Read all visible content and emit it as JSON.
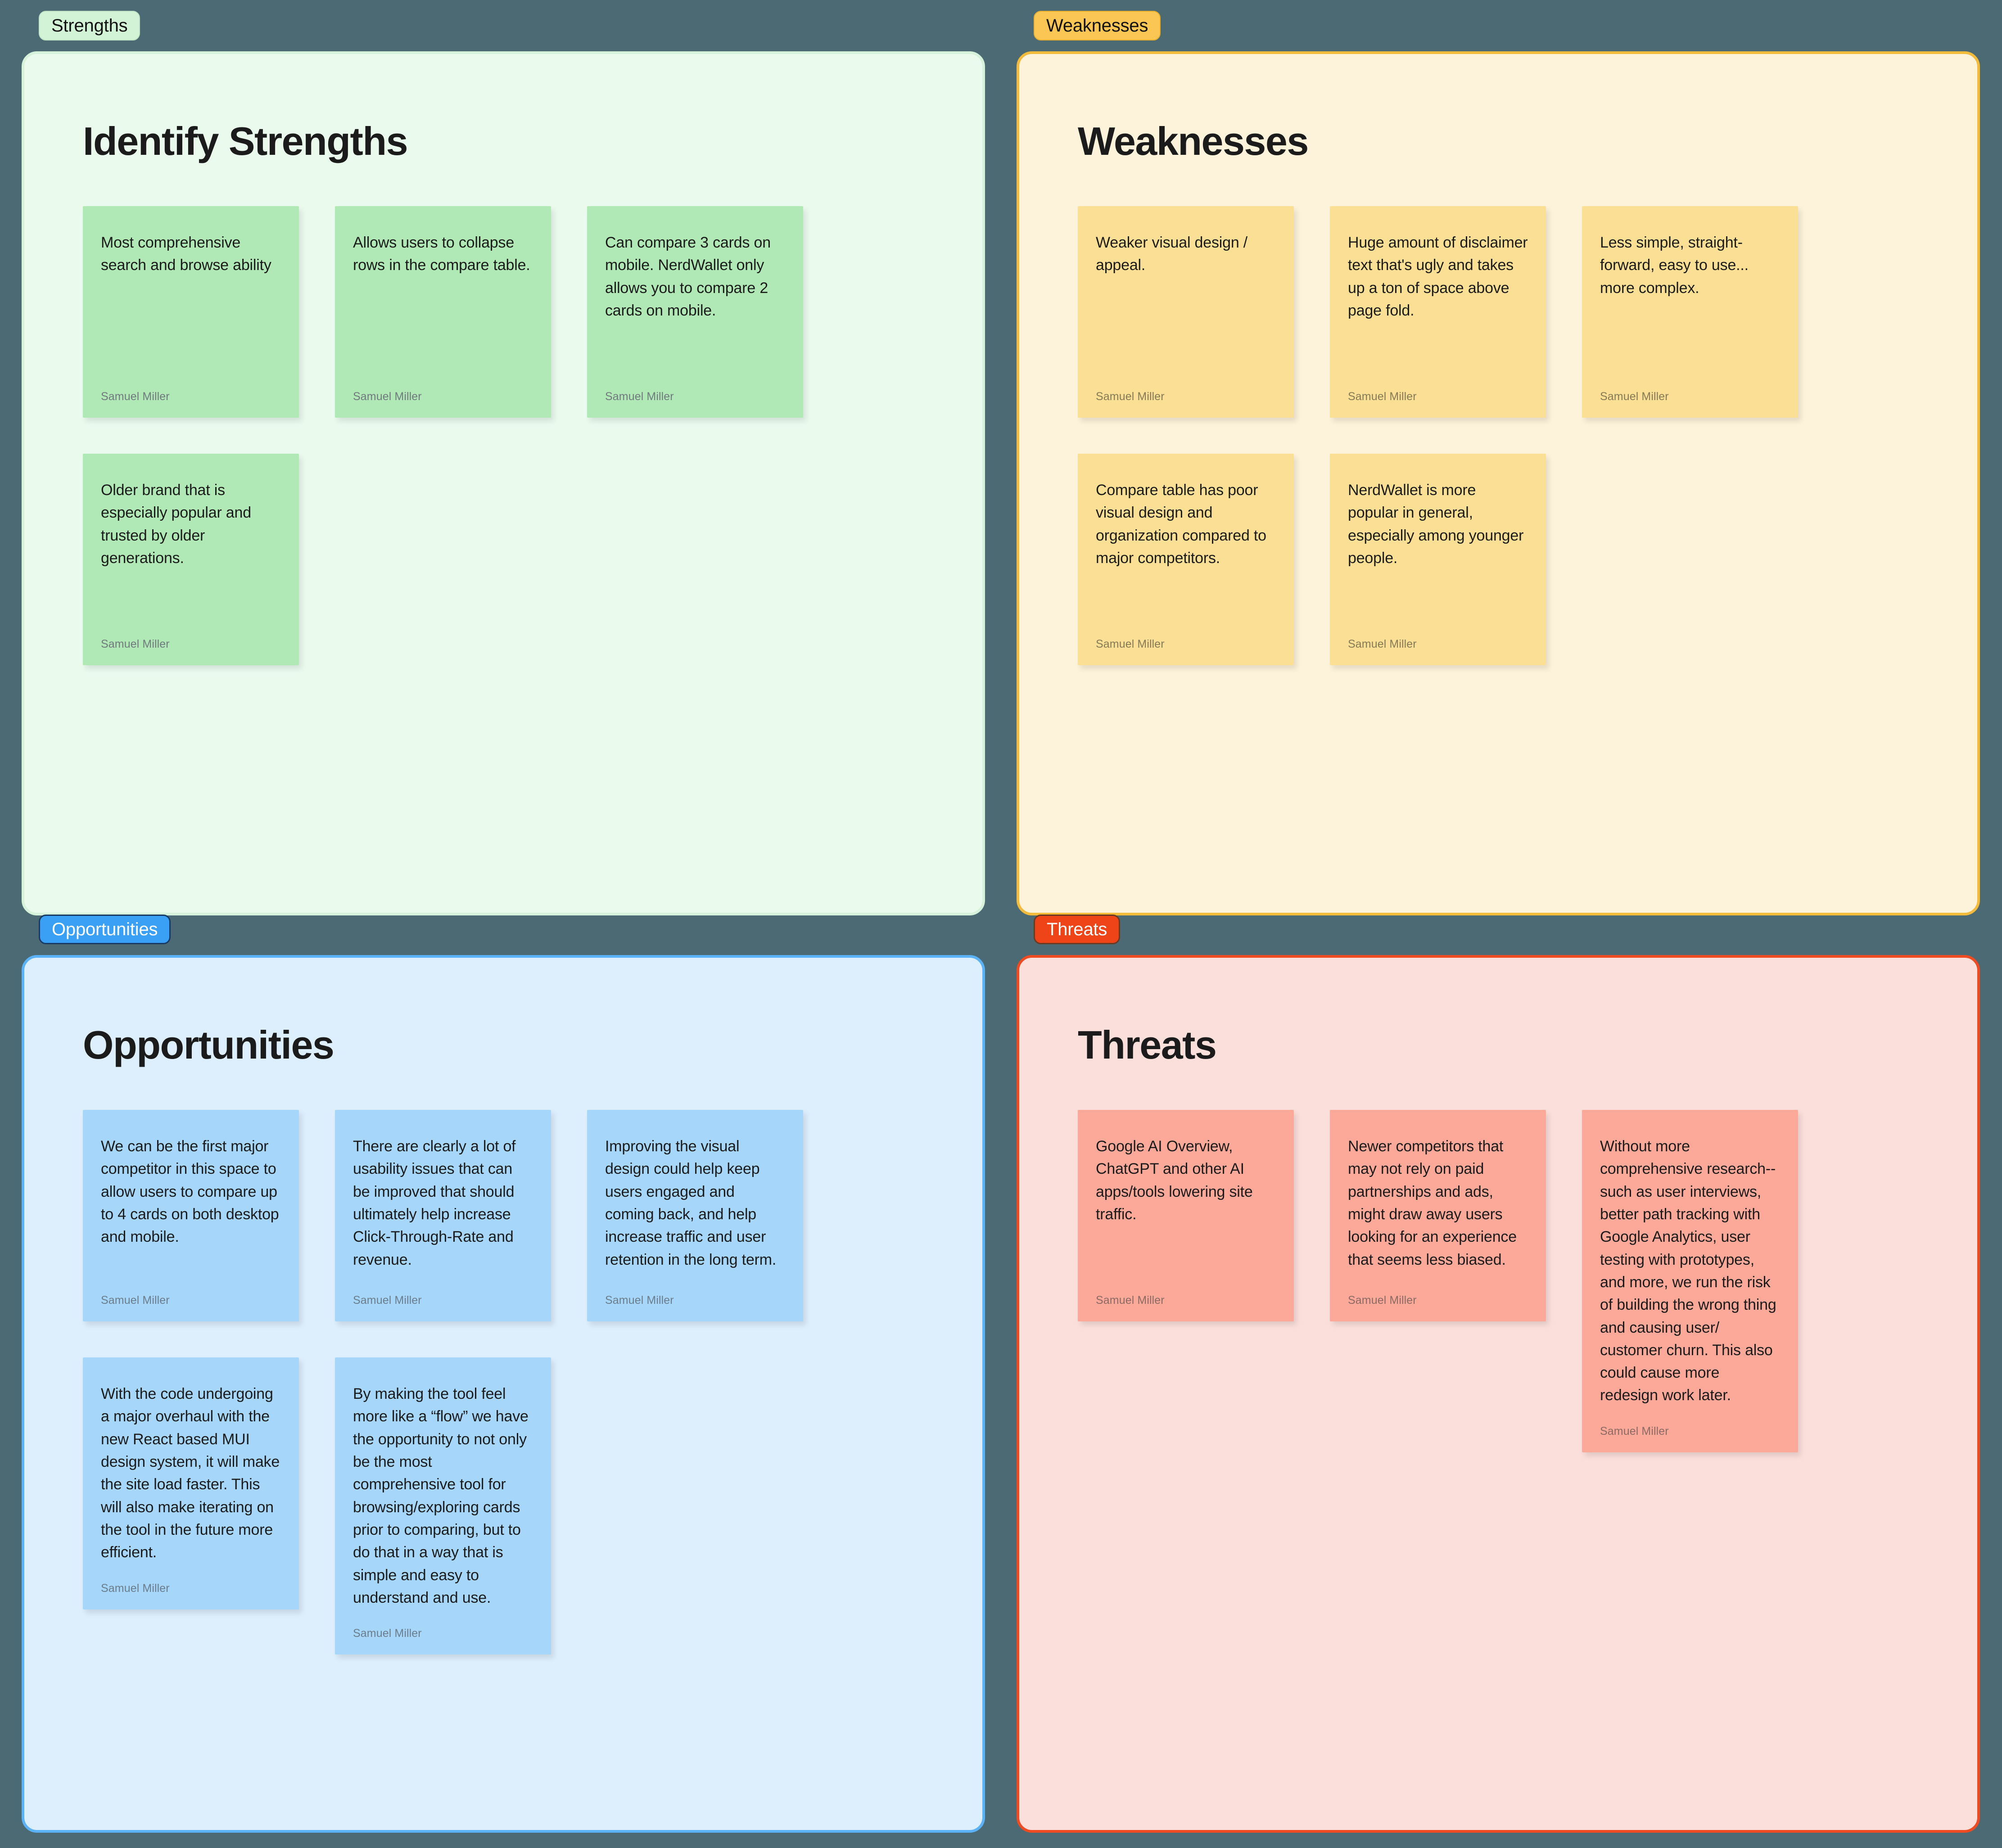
{
  "board": {
    "background_color": "#4b6a73",
    "author_default": "Samuel Miller"
  },
  "quadrants": [
    {
      "key": "strengths",
      "tab_label": "Strengths",
      "title": "Identify Strengths",
      "tab_bg": "#d3f3d7",
      "tab_text_color": "#111111",
      "panel_bg": "#eafbee",
      "panel_border": "#d6f2db",
      "note_bg": "#b0e9b5",
      "notes": [
        {
          "text": "Most comprehensive search and browse ability",
          "author": "Samuel Miller"
        },
        {
          "text": "Allows users to collapse rows in the compare table.",
          "author": "Samuel Miller"
        },
        {
          "text": "Can compare 3 cards on mobile. NerdWallet only allows you to compare 2 cards on mobile.",
          "author": "Samuel Miller"
        },
        {
          "text": "Older brand that is especially popular and trusted by older generations.",
          "author": "Samuel Miller"
        }
      ]
    },
    {
      "key": "weaknesses",
      "tab_label": "Weaknesses",
      "title": "Weaknesses",
      "tab_bg": "#fbc653",
      "tab_text_color": "#111111",
      "panel_bg": "#fdf3da",
      "panel_border": "#f2bb3b",
      "note_bg": "#fbdf94",
      "notes": [
        {
          "text": "Weaker visual design / appeal.",
          "author": "Samuel Miller"
        },
        {
          "text": "Huge amount of disclaimer text that's ugly and takes up a ton of space above page fold.",
          "author": "Samuel Miller"
        },
        {
          "text": "Less simple, straight-forward, easy to use... more complex.",
          "author": "Samuel Miller"
        },
        {
          "text": "Compare table has poor visual design and organization compared to major competitors.",
          "author": "Samuel Miller"
        },
        {
          "text": "NerdWallet is more popular in general, especially among younger people.",
          "author": "Samuel Miller"
        }
      ]
    },
    {
      "key": "opportunities",
      "tab_label": "Opportunities",
      "title": "Opportunities",
      "tab_bg": "#3aa0f5",
      "tab_text_color": "#ffffff",
      "panel_bg": "#ddeefc",
      "panel_border": "#5cb2f7",
      "note_bg": "#a6d7fb",
      "notes": [
        {
          "text": "We can be the first major competitor in this space to allow users to compare up to 4 cards on both desktop and mobile.",
          "author": "Samuel Miller"
        },
        {
          "text": "There are clearly a lot of usability issues that can be improved that should ultimately help increase Click-Through-Rate and revenue.",
          "author": "Samuel Miller"
        },
        {
          "text": "Improving the visual design could help keep users engaged and coming back, and help increase traffic and user retention in the long term.",
          "author": "Samuel Miller"
        },
        {
          "text": "With the code undergoing a major overhaul with the new React based MUI design system, it will make the site load faster. This will also make iterating on the tool in the future more efficient.",
          "author": "Samuel Miller"
        },
        {
          "text": "By making the tool feel more like a “flow” we have the opportunity to not only be the most comprehensive tool for browsing/exploring cards prior to comparing, but to do that in a way that is simple and easy to understand and use.",
          "author": "Samuel Miller"
        }
      ]
    },
    {
      "key": "threats",
      "tab_label": "Threats",
      "title": "Threats",
      "tab_bg": "#ee4418",
      "tab_text_color": "#ffffff",
      "panel_bg": "#fbdfdb",
      "panel_border": "#ef4b22",
      "note_bg": "#fca99a",
      "notes": [
        {
          "text": "Google AI Overview, ChatGPT and other AI apps/tools lowering site traffic.",
          "author": "Samuel Miller"
        },
        {
          "text": "Newer competitors that may not rely on paid partnerships and ads, might draw away users looking for an experience that seems less biased.",
          "author": "Samuel Miller"
        },
        {
          "text": "Without more comprehensive research-- such as user interviews, better path tracking with Google Analytics, user testing with prototypes, and more, we run the risk of building the wrong thing and causing user/ customer churn. This also could cause more redesign work later.",
          "author": "Samuel Miller"
        }
      ]
    }
  ]
}
